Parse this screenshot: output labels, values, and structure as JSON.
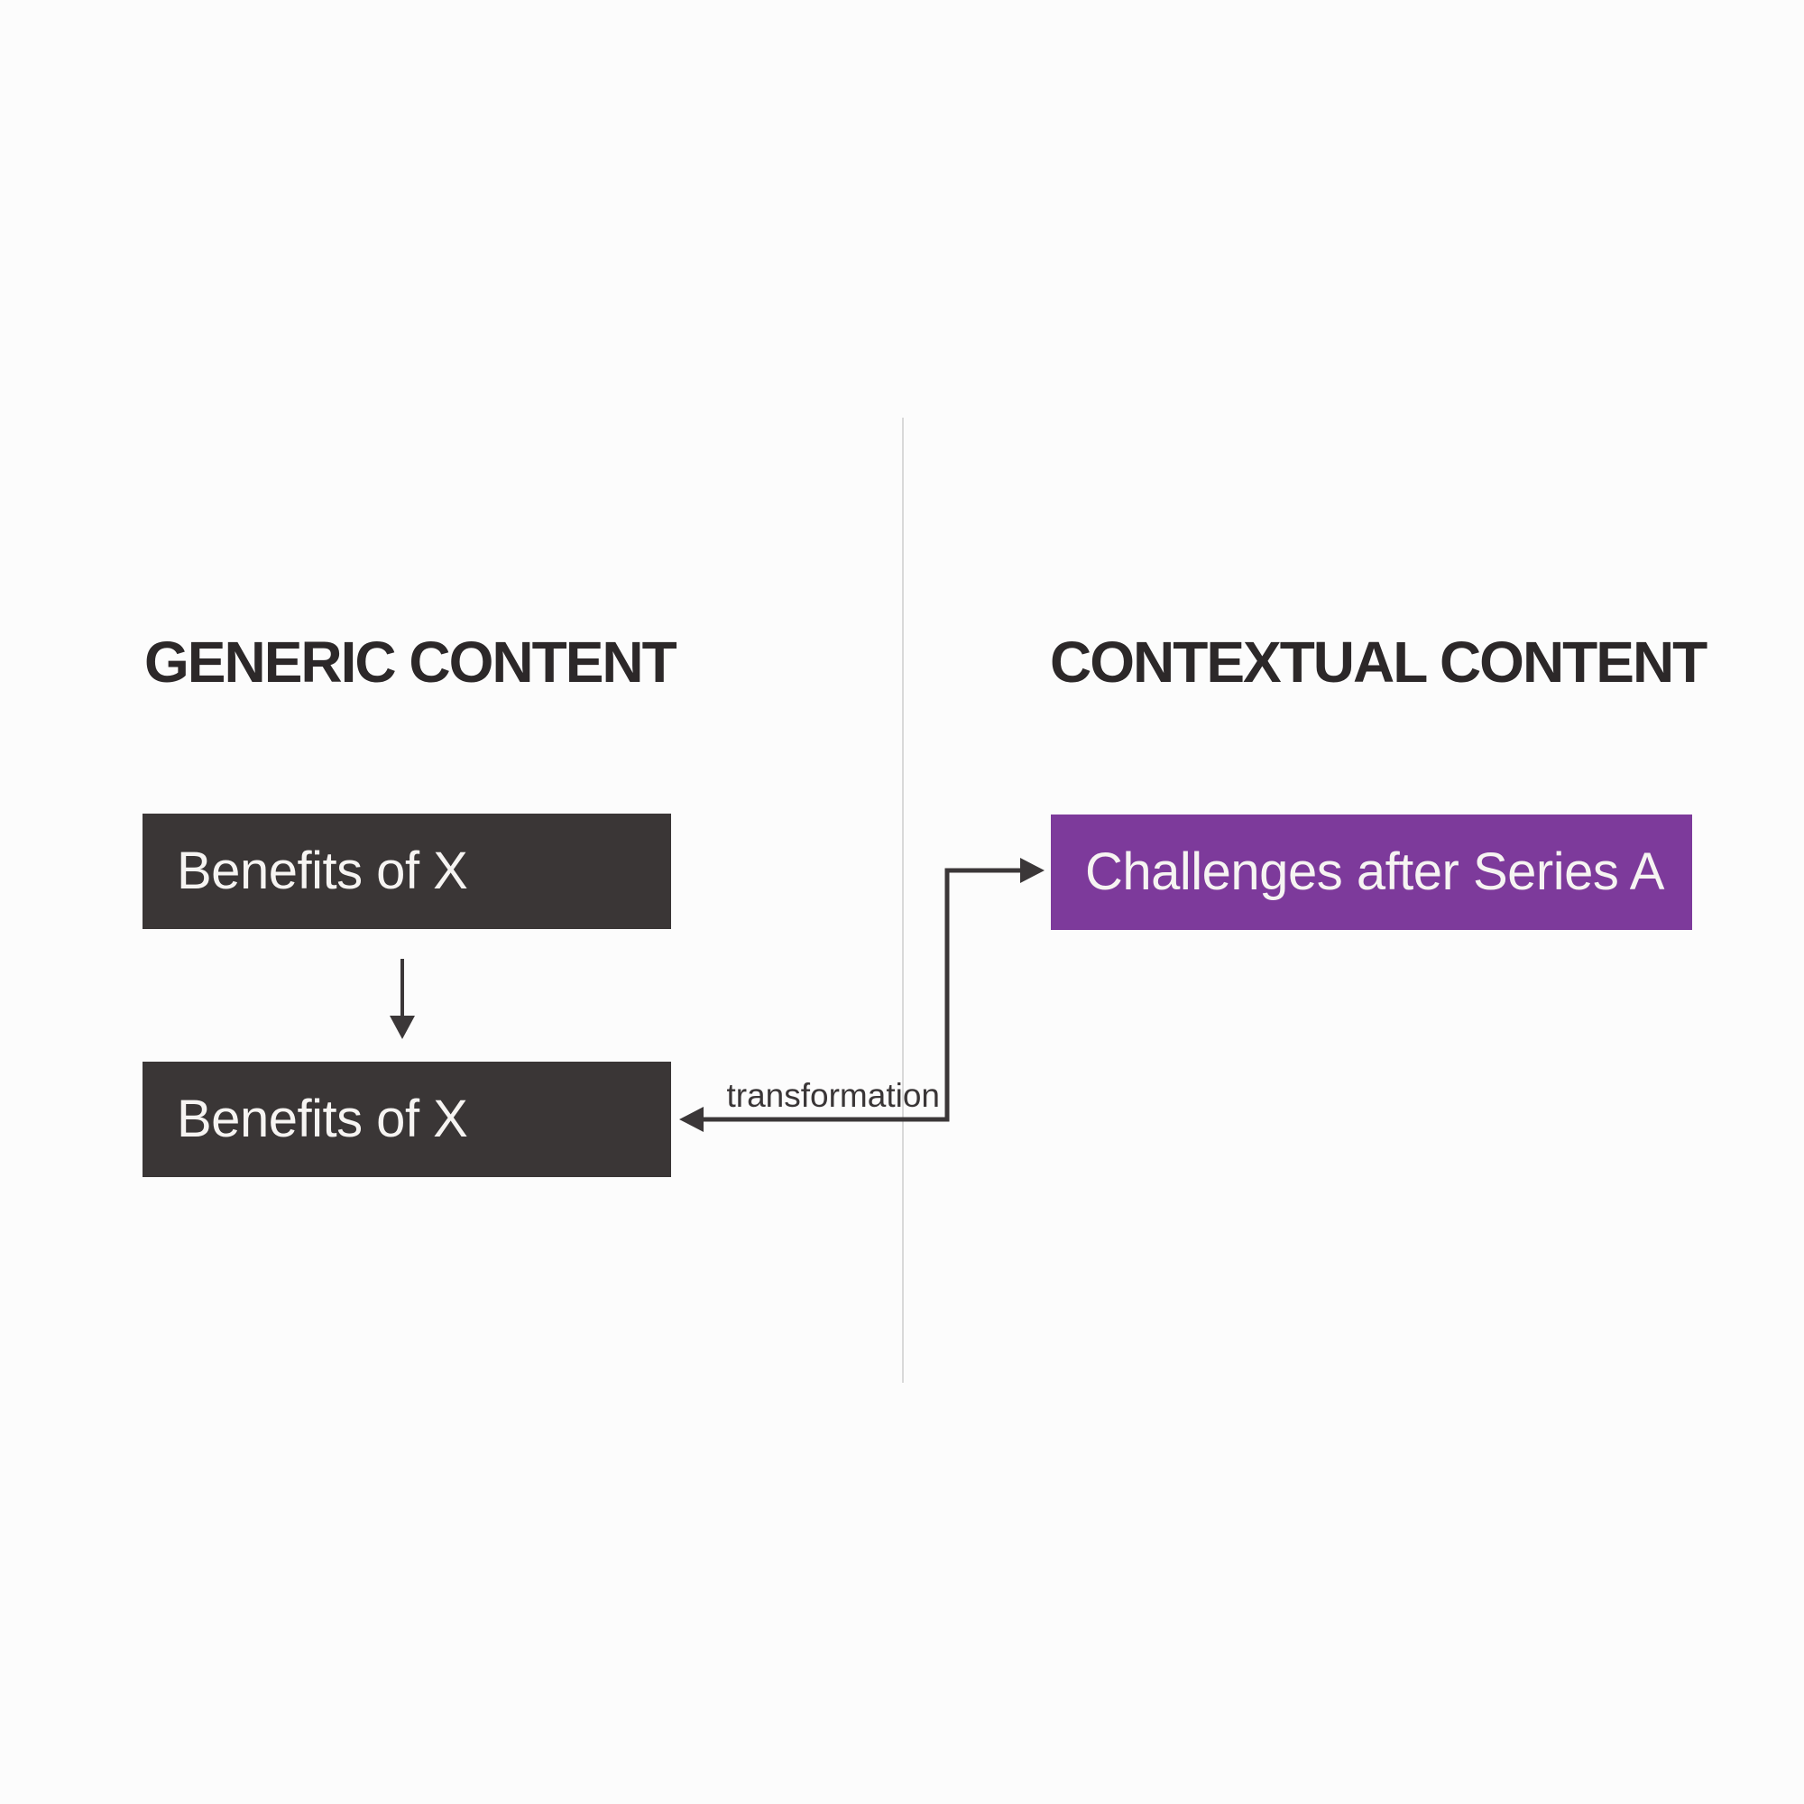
{
  "colors": {
    "background": "#fcfcfc",
    "heading_text": "#2c2829",
    "dark_box": "#3a3636",
    "purple_box": "#7d3a9b",
    "box_text": "#f6f4f2",
    "connector": "#3b3738",
    "divider": "#d9d9d9",
    "label_text": "#3a3637"
  },
  "left_panel": {
    "heading": "GENERIC CONTENT",
    "top_box_label": "Benefits of X",
    "bottom_box_label": "Benefits of X"
  },
  "right_panel": {
    "heading": "CONTEXTUAL CONTENT",
    "box_label": "Challenges after Series A"
  },
  "connector": {
    "label": "transformation"
  }
}
